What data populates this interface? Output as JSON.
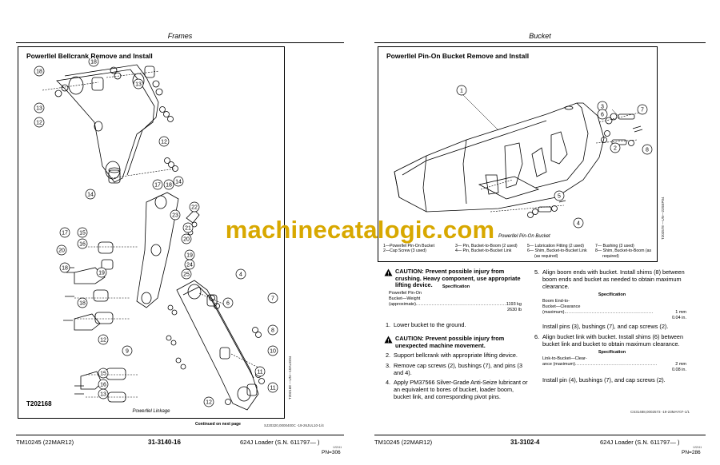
{
  "left_page": {
    "section": "Frames",
    "title": "Powerllel Bellcrank Remove and Install",
    "figure_id": "T202168",
    "figure_code": "T202168 —UN—10AUG04",
    "caption": "Powerllel Linkage",
    "continued": "Continued on next page",
    "doc_code": "SJ20320,0000400C -19-26JUL10-1/4",
    "callouts": [
      "18",
      "18",
      "12",
      "13",
      "13",
      "12",
      "14",
      "14",
      "15",
      "15",
      "16",
      "16",
      "17",
      "17",
      "18",
      "18",
      "18",
      "19",
      "19",
      "20",
      "20",
      "21",
      "22",
      "23",
      "24",
      "25",
      "4",
      "6",
      "7",
      "8",
      "9",
      "10",
      "11",
      "11",
      "12",
      "12",
      "13"
    ],
    "footer": {
      "manual": "TM10245 (22MAR12)",
      "page": "31-3140-16",
      "machine": "624J Loader (S.N. 611797— )",
      "subcode": "122111",
      "pn": "PN=306"
    }
  },
  "right_page": {
    "section": "Bucket",
    "title": "Powerllel Pin-On Bucket Remove and Install",
    "figure_code": "T202578 —UN—23SEP04",
    "caption": "Powerllel Pin-On Bucket",
    "callouts": [
      "1",
      "2",
      "3",
      "4",
      "5",
      "6",
      "7",
      "8"
    ],
    "legend": [
      [
        "1—Powerllel Pin-On Bucket",
        "2—Cap Screw (3 used)"
      ],
      [
        "3— Pin, Bucket-to-Boom (2 used)",
        "4— Pin, Bucket-to-Bucket Link"
      ],
      [
        "5— Lubrication Fitting (2 used)",
        "6— Shim, Bucket-to-Bucket Link",
        "(as required)"
      ],
      [
        "7— Bushing (3 used)",
        "8— Shim, Bucket-to-Boom (as",
        "required)"
      ]
    ],
    "caution1": "CAUTION: Prevent possible injury from crushing. Heavy component, use appropriate lifting device.",
    "spec1": {
      "heading": "Specification",
      "item1": "Powerllel Pin-On",
      "item2": "Bucket—Weight",
      "item3": "(approximate).",
      "dots": "........................................................",
      "value": "1193 kg",
      "value_alt": "2630 lb"
    },
    "step1": {
      "num": "1.",
      "text": "Lower bucket to the ground."
    },
    "caution2": "CAUTION: Prevent possible injury from unexpected machine movement.",
    "step2": {
      "num": "2.",
      "text": "Support bellcrank with appropriate lifting device."
    },
    "step3": {
      "num": "3.",
      "text": "Remove cap screws (2), bushings (7), and pins (3 and 4)."
    },
    "step4": {
      "num": "4.",
      "text": "Apply PM37566 Silver-Grade Anti-Seize lubricant or an equivalent to bores of bucket, loader boom, bucket link, and corresponding pivot pins."
    },
    "step5": {
      "num": "5.",
      "text": "Align boom ends with bucket. Install shims (8) between boom ends and bucket as needed to obtain maximum clearance."
    },
    "spec2": {
      "heading": "Specification",
      "item1": "Boom End-to-",
      "item2": "Bucket—Clearance",
      "item3": "(maximum).",
      "dots": "......................................................",
      "value": "1 mm",
      "value_alt": "0.04 in."
    },
    "step5b": "Install pins (3), bushings (7), and cap screws (2).",
    "step6": {
      "num": "6.",
      "text": "Align bucket link with bucket. Install shims (6) between bucket link and bucket to obtain maximum clearance."
    },
    "spec3": {
      "heading": "Specification",
      "item1": "Link-to-Bucket—Clear-",
      "item2": "ance (maximum).",
      "dots": "..................................................",
      "value": "2 mm",
      "value_alt": "0.08 in."
    },
    "step6b": "Install pin (4), bushings (7), and cap screws (2).",
    "doc_code": "CS31488,0002573 -19-23MAY07-1/1",
    "footer": {
      "manual": "TM10245 (22MAR12)",
      "page": "31-3102-4",
      "machine": "624J Loader (S.N. 611797— )",
      "subcode": "122111",
      "pn": "PN=286"
    }
  },
  "watermark": "machinecatalogic.com"
}
